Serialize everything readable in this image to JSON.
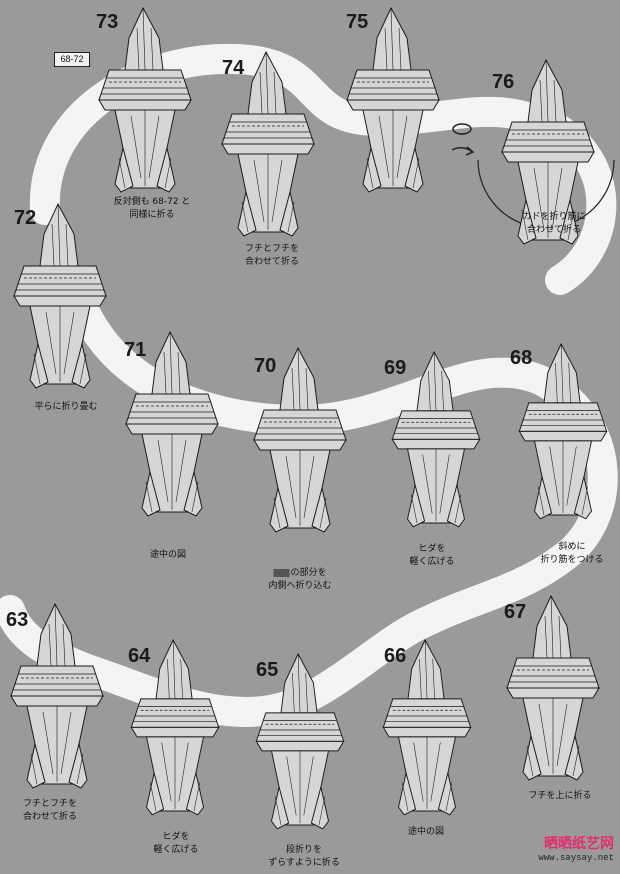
{
  "ref_label": "68-72",
  "colors": {
    "paper": "#d6d6d6",
    "band": "#f4f4f4",
    "background": "#9a9a9a",
    "ink": "#1a1a1a",
    "watermark": "#e22d6e"
  },
  "steps": [
    {
      "num": "73",
      "caption": [
        "反対側も 68-72 と",
        "同様に折る"
      ]
    },
    {
      "num": "74",
      "caption": [
        "フチとフチを",
        "合わせて折る"
      ]
    },
    {
      "num": "75",
      "caption": []
    },
    {
      "num": "76",
      "caption": [
        "カドを折り筋に",
        "合わせて折る"
      ]
    },
    {
      "num": "72",
      "caption": [
        "平らに折り畳む"
      ]
    },
    {
      "num": "71",
      "caption": [
        "途中の図"
      ]
    },
    {
      "num": "70",
      "caption": [
        "の部分を",
        "内側へ折り込む"
      ]
    },
    {
      "num": "69",
      "caption": [
        "ヒダを",
        "軽く広げる"
      ]
    },
    {
      "num": "68",
      "caption": [
        "斜めに",
        "折り筋をつける"
      ]
    },
    {
      "num": "63",
      "caption": [
        "フチとフチを",
        "合わせて折る"
      ]
    },
    {
      "num": "64",
      "caption": [
        "ヒダを",
        "軽く広げる"
      ]
    },
    {
      "num": "65",
      "caption": [
        "段折りを",
        "ずらすように折る"
      ]
    },
    {
      "num": "66",
      "caption": [
        "途中の図"
      ]
    },
    {
      "num": "67",
      "caption": [
        "フチを上に折る"
      ]
    }
  ],
  "watermark": {
    "title": "晒晒纸艺网",
    "url": "www.saysay.net"
  }
}
